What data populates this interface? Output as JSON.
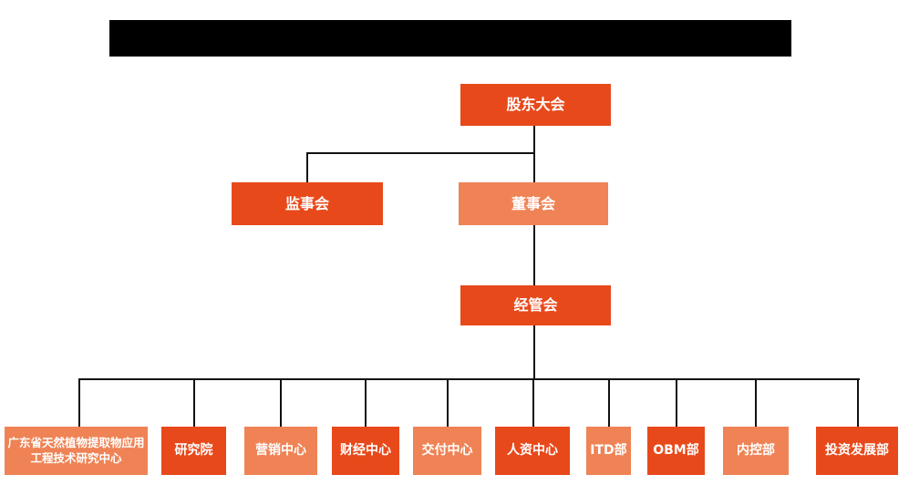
{
  "colors": {
    "accent-dark": "#e8491b",
    "accent-light": "#ef8355",
    "line": "#111111",
    "redaction": "#000000",
    "text-on-accent": "#ffffff"
  },
  "header": {
    "redacted_title_text": ""
  },
  "org": {
    "root": {
      "label": "股东大会",
      "tone": "dark"
    },
    "level2": [
      {
        "label": "监事会",
        "tone": "dark"
      },
      {
        "label": "董事会",
        "tone": "light"
      }
    ],
    "level3": {
      "label": "经管会",
      "tone": "dark"
    },
    "departments": [
      {
        "label": "广东省天然植物提取物应用工程技术研究中心",
        "tone": "light"
      },
      {
        "label": "研究院",
        "tone": "dark"
      },
      {
        "label": "营销中心",
        "tone": "light"
      },
      {
        "label": "财经中心",
        "tone": "dark"
      },
      {
        "label": "交付中心",
        "tone": "light"
      },
      {
        "label": "人资中心",
        "tone": "dark"
      },
      {
        "label": "ITD部",
        "tone": "light"
      },
      {
        "label": "OBM部",
        "tone": "dark"
      },
      {
        "label": "内控部",
        "tone": "light"
      },
      {
        "label": "投资发展部",
        "tone": "dark"
      }
    ]
  }
}
